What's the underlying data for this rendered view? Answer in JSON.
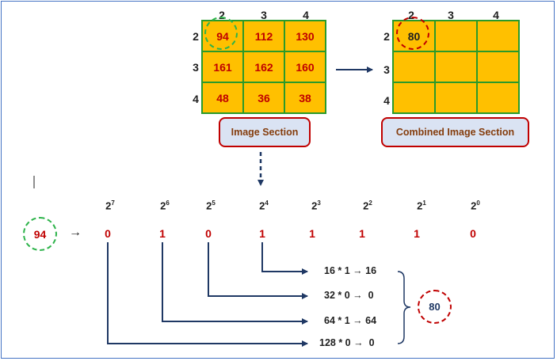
{
  "left_grid": {
    "col_headers": [
      "2",
      "3",
      "4"
    ],
    "row_headers": [
      "2",
      "3",
      "4"
    ],
    "cells": [
      [
        "94",
        "112",
        "130"
      ],
      [
        "161",
        "162",
        "160"
      ],
      [
        "48",
        "36",
        "38"
      ]
    ],
    "caption": "Image Section"
  },
  "right_grid": {
    "col_headers": [
      "2",
      "3",
      "4"
    ],
    "row_headers": [
      "2",
      "3",
      "4"
    ],
    "cells": [
      [
        "80",
        "",
        ""
      ],
      [
        "",
        "",
        ""
      ],
      [
        "",
        "",
        ""
      ]
    ],
    "caption": "Combined Image Section"
  },
  "input_value": "94",
  "arrow_symbol": "→",
  "powers": [
    {
      "base": "2",
      "exp": "7"
    },
    {
      "base": "2",
      "exp": "6"
    },
    {
      "base": "2",
      "exp": "5"
    },
    {
      "base": "2",
      "exp": "4"
    },
    {
      "base": "2",
      "exp": "3"
    },
    {
      "base": "2",
      "exp": "2"
    },
    {
      "base": "2",
      "exp": "1"
    },
    {
      "base": "2",
      "exp": "0"
    }
  ],
  "bits": [
    "0",
    "1",
    "0",
    "1",
    "1",
    "1",
    "1",
    "0"
  ],
  "equations": [
    {
      "lhs": "16 * 1",
      "rhs": "16"
    },
    {
      "lhs": "32 * 0",
      "rhs": "0"
    },
    {
      "lhs": "64 * 1",
      "rhs": "64"
    },
    {
      "lhs": "128 * 0",
      "rhs": "0"
    }
  ],
  "result_value": "80",
  "colors": {
    "cell_fill": "#ffc000",
    "grid_line": "#2a9a2a",
    "value_red": "#c00000",
    "arrow_navy": "#1f3864",
    "caption_fill": "#dae3f3",
    "caption_text": "#843c0c",
    "green_circle": "#2db34a",
    "red_circle": "#c00000"
  }
}
